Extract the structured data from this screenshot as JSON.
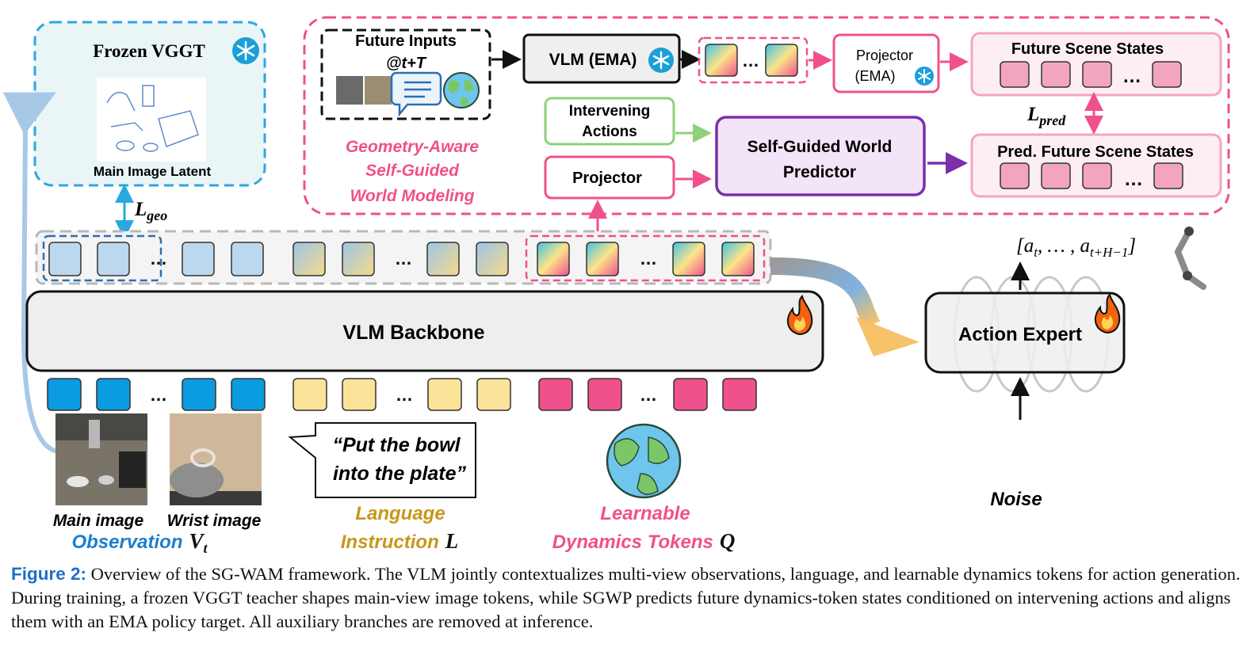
{
  "frozen_vggt": {
    "title": "Frozen VGGT",
    "latent_label": "Main Image Latent",
    "icon": "snowflake-icon"
  },
  "losses": {
    "geo": "L",
    "geo_sub": "geo",
    "pred": "L",
    "pred_sub": "pred"
  },
  "world_modeling": {
    "future_inputs_title": "Future Inputs",
    "future_inputs_time": "@t+T",
    "vlm_ema": "VLM (EMA)",
    "projector_ema_line1": "Projector",
    "projector_ema_line2": "(EMA)",
    "future_scene_states": "Future Scene States",
    "intervening_line1": "Intervening",
    "intervening_line2": "Actions",
    "projector": "Projector",
    "predictor_line1": "Self-Guided World",
    "predictor_line2": "Predictor",
    "pred_future_scene_states": "Pred. Future Scene States",
    "branch_line1": "Geometry-Aware",
    "branch_line2": "Self-Guided",
    "branch_line3": "World Modeling",
    "ellipsis": "…"
  },
  "backbone": {
    "label": "VLM Backbone",
    "icon": "fire-icon"
  },
  "action_expert": {
    "label": "Action Expert",
    "icon": "fire-icon",
    "output_prefix": "[a",
    "output_sub1": "t",
    "output_mid": ", … , a",
    "output_sub2": "t+H−1",
    "output_suffix": "]",
    "noise_label": "Noise"
  },
  "inputs": {
    "main_image": "Main image",
    "wrist_image": "Wrist image",
    "observation": "Observation",
    "observation_var": "V",
    "observation_sub": "t",
    "instruction_quote_line1": "“Put the bowl",
    "instruction_quote_line2": "into the plate”",
    "language_line1": "Language",
    "language_line2": "Instruction",
    "language_var": "L",
    "learnable_line1": "Learnable",
    "learnable_line2": "Dynamics Tokens",
    "learnable_var": "Q"
  },
  "colors": {
    "pink": "#f0508c",
    "cyan": "#29a8e0",
    "obs_token": "#0a9be0",
    "lang_token": "#fce39a",
    "dyn_token": "#f0508c",
    "latent_token": "#bcd8ef",
    "green": "#8fd07a",
    "purple": "#7b2fa8",
    "lang_text": "#c8961a",
    "obs_text": "#1a7fd0"
  },
  "caption": {
    "label": "Figure 2:",
    "text": " Overview of the SG-WAM framework.  The VLM jointly contextualizes multi-view observations, language, and learnable dynamics tokens for action generation.  During training, a frozen VGGT teacher shapes main-view image tokens, while SGWP predicts future dynamics-token states conditioned on intervening actions and aligns them with an EMA policy target.  All auxiliary branches are removed at inference."
  }
}
